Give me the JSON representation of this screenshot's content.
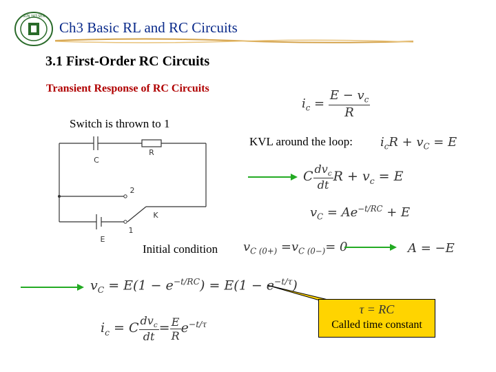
{
  "header": {
    "title": "Ch3 Basic RL and RC Circuits",
    "logo_text": "SUN YAT-SEN UNIVERSITY"
  },
  "section": {
    "subtitle": "3.1 First-Order RC Circuits",
    "heading": "Transient Response of RC Circuits"
  },
  "labels": {
    "switch": "Switch is thrown to 1",
    "kvl": "KVL around the loop:",
    "initial": "Initial condition",
    "callout_tau": "τ = RC",
    "callout_text": "Called time constant"
  },
  "circuit": {
    "label_c": "C",
    "label_r": "R",
    "label_2": "2",
    "label_k": "K",
    "label_1": "1",
    "label_e": "E"
  },
  "colors": {
    "title": "#0a2a8a",
    "heading": "#b00000",
    "arrow": "#22aa22",
    "callout": "#ffd400",
    "title_rule": "#d4a24a"
  }
}
